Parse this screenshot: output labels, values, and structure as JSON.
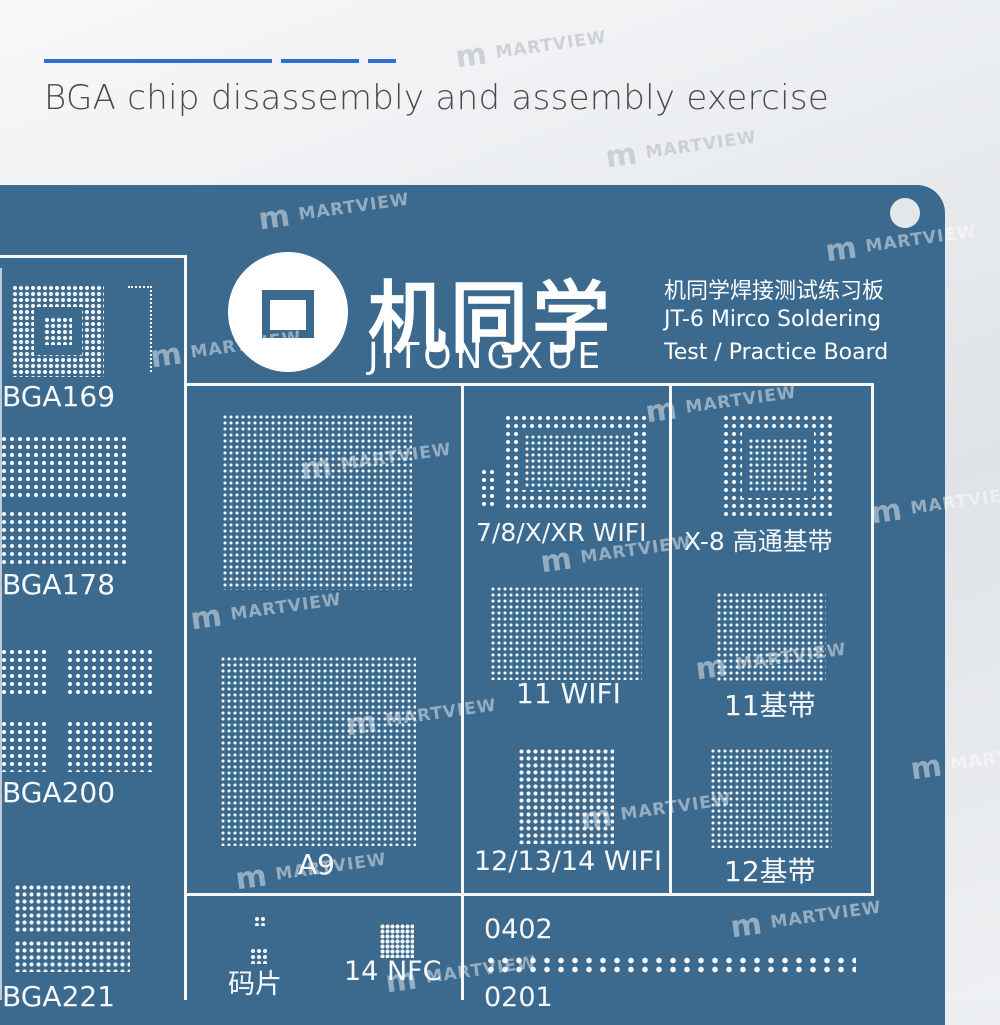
{
  "headline": "BGA chip disassembly and assembly exercise",
  "brand": {
    "name_cn": "机同学",
    "name_en": "JITONGXUE",
    "subtitle_cn": "机同学焊接测试练习板",
    "subtitle_en_1": "JT-6 Mirco Soldering",
    "subtitle_en_2": "Test / Practice Board"
  },
  "labels": {
    "bga169": "BGA169",
    "bga178": "BGA178",
    "bga200": "BGA200",
    "bga221": "BGA221",
    "a9": "A9",
    "wifi_78xxr": "7/8/X/XR WIFI",
    "x8_baseband": "X-8 高通基带",
    "wifi_11": "11 WIFI",
    "baseband_11": "11基带",
    "wifi_121314": "12/13/14 WIFI",
    "baseband_12": "12基带",
    "code_chip": "码片",
    "nfc_14": "14 NFC",
    "r0402": "0402",
    "r0201": "0201"
  },
  "watermark": {
    "mark": "m",
    "text": "MARTVIEW"
  },
  "colors": {
    "board": "#3c6a8e",
    "accent_line": "#2d6fd6",
    "silkscreen": "#f4f6f8"
  }
}
